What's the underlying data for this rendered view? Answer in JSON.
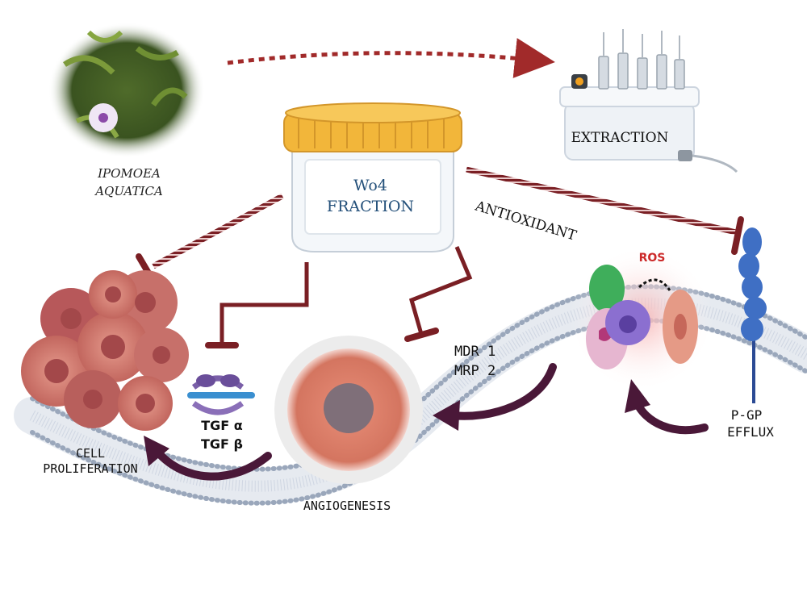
{
  "plant": {
    "line1": "IPOMOEA",
    "line2": "AQUATICA"
  },
  "extraction": {
    "label": "EXTRACTION"
  },
  "jar": {
    "line1": "Wo4",
    "line2": "FRACTION"
  },
  "antioxidant": {
    "label": "ANTIOXIDANT"
  },
  "ros": {
    "label": "ROS"
  },
  "mdr": {
    "line1": "MDR 1",
    "line2": "MRP 2"
  },
  "tgf": {
    "line1": "TGF α",
    "line2": "TGF β"
  },
  "cell_proliferation": {
    "line1": "CELL",
    "line2": "PROLIFERATION"
  },
  "angiogenesis": {
    "label": "ANGIOGENESIS"
  },
  "pgp": {
    "line1": "P-GP",
    "line2": "EFFLUX"
  },
  "colors": {
    "inhibitor": "#7a1f24",
    "flow_arrow": "#4a1838",
    "dotted_arrow": "#a12a2a",
    "jar_lid": "#f2b63a",
    "jar_text": "#24507a",
    "membrane": "#9aa7bb",
    "ros_text": "#cc2a2a"
  }
}
